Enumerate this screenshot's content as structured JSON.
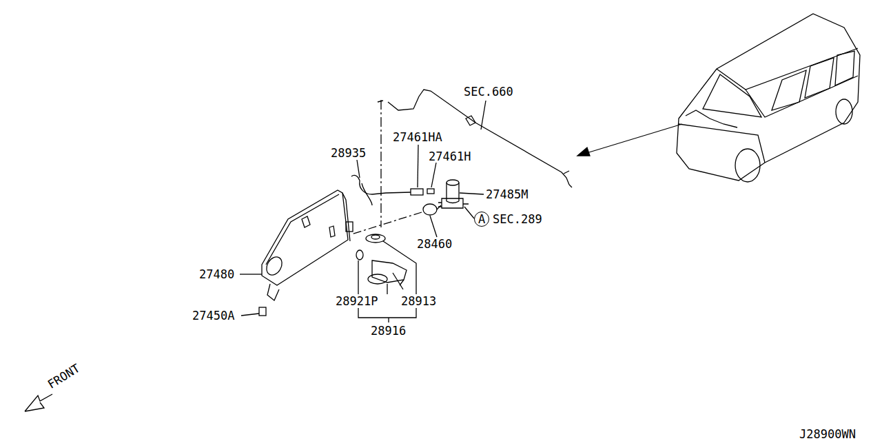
{
  "diagram": {
    "nodes": [
      {
        "text": [
          "A",
          "SEC.289"
        ]
      }
    ],
    "labels": [
      "SEC.660",
      "27461HA",
      "28935",
      "27461H",
      "27485M",
      "28460",
      "27480",
      "27450A",
      "28921P",
      "28913",
      "28916",
      "FRONT",
      "J28900WN"
    ]
  }
}
